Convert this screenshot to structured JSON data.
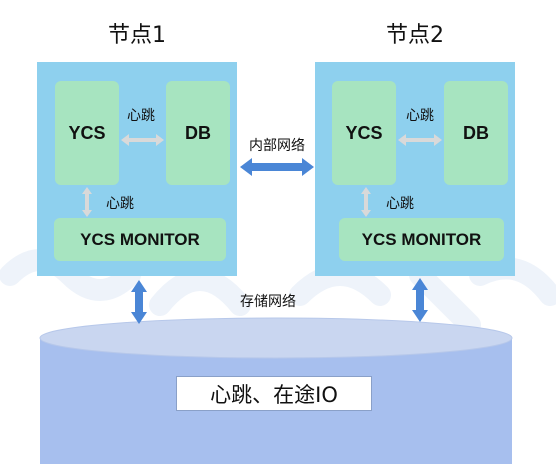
{
  "nodes": [
    {
      "title": "节点1",
      "ycs_label": "YCS",
      "db_label": "DB",
      "monitor_label": "YCS MONITOR",
      "heartbeat_ycs_db": "心跳",
      "heartbeat_ycs_monitor": "心跳"
    },
    {
      "title": "节点2",
      "ycs_label": "YCS",
      "db_label": "DB",
      "monitor_label": "YCS MONITOR",
      "heartbeat_ycs_db": "心跳",
      "heartbeat_ycs_monitor": "心跳"
    }
  ],
  "internal_network_label": "内部网络",
  "storage_network_label": "存储网络",
  "storage_status_label": "心跳、在途IO",
  "colors": {
    "node_panel": "#8ed0ee",
    "component_box": "#a7e4c0",
    "arrow_blue": "#4a86d6",
    "heartbeat_arrow": "#d9d9d9",
    "storage_top": "#c9d6f0",
    "storage_body": "#a7bfee"
  }
}
